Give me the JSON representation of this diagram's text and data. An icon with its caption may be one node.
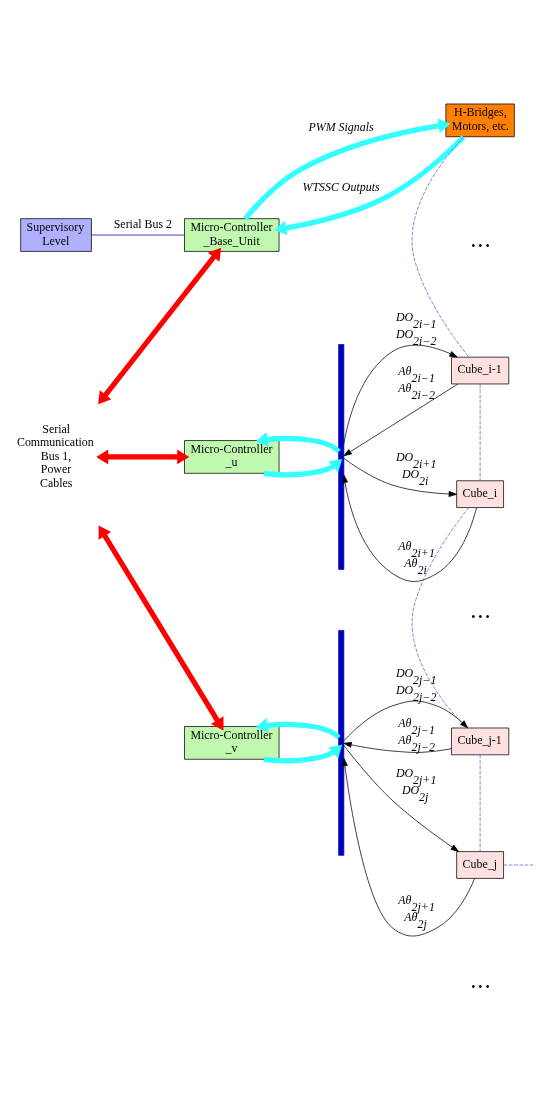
{
  "diagram": {
    "nodes": [
      {
        "text": [
          "Supervisory Level"
        ]
      },
      {
        "text": [
          "Serial Communication Bus 1, Power Cables"
        ]
      },
      {
        "text": [
          "Micro-Controller _Base_Unit"
        ]
      },
      {
        "text": [
          "H-Bridges, Motors, etc."
        ]
      },
      {
        "text": [
          "Micro-Controller _u"
        ]
      },
      {
        "text": [],
        "shape": "bar"
      },
      {
        "text": [
          "Cube_i-1"
        ]
      },
      {
        "text": [
          "Cube_i"
        ]
      },
      {
        "text": [
          "Micro-Controller _v"
        ]
      },
      {
        "text": [],
        "shape": "bar"
      },
      {
        "text": [
          "Cube_j-1"
        ]
      },
      {
        "text": [
          "Cube_j"
        ]
      }
    ],
    "edges": [
      {
        "from": 0,
        "to": 2,
        "arrow": "none",
        "label": "Serial Bus 2",
        "color": "#0000c0"
      },
      {
        "from": 1,
        "to": 2,
        "arrow": "both",
        "style": "thick",
        "color": "#ff0000"
      },
      {
        "from": 3,
        "to": 2,
        "arrow": "to",
        "label": "WTSSC Outputs",
        "style": "thick",
        "color": "#33ffff"
      },
      {
        "from": 2,
        "to": 3,
        "arrow": "to",
        "label": "PWM Signals",
        "style": "thick",
        "color": "#33ffff"
      },
      {
        "from": 1,
        "to": 4,
        "arrow": "both",
        "style": "thick",
        "color": "#ff0000"
      },
      {
        "from": 5,
        "to": 4,
        "arrow": "to",
        "style": "thick",
        "color": "#33ffff"
      },
      {
        "from": 4,
        "to": 5,
        "arrow": "to",
        "style": "thick",
        "color": "#33ffff"
      },
      {
        "from": 6,
        "to": 5,
        "arrow": "to",
        "label": "Aθ$_{2i−1}$ Aθ$_{2i−2}$"
      },
      {
        "from": 5,
        "to": 6,
        "arrow": "to",
        "label": "DO$_{2i−1}$ DO$_{2i−2}$"
      },
      {
        "from": 7,
        "to": 5,
        "arrow": "to",
        "label": "Aθ$_{2i+1}$ Aθ$_{2i}$"
      },
      {
        "from": 5,
        "to": 7,
        "arrow": "to",
        "label": "DO$_{2i+1}$ DO$_{2i}$"
      },
      {
        "from": 1,
        "to": 8,
        "arrow": "both",
        "style": "thick",
        "color": "#ff0000"
      },
      {
        "from": 9,
        "to": 8,
        "arrow": "to",
        "style": "thick",
        "color": "#33ffff"
      },
      {
        "from": 8,
        "to": 9,
        "arrow": "to",
        "style": "thick",
        "color": "#33ffff"
      },
      {
        "from": 10,
        "to": 9,
        "arrow": "to",
        "label": "Aθ$_{2j−1}$ Aθ$_{2j−2}$"
      },
      {
        "from": 9,
        "to": 10,
        "arrow": "to",
        "label": "DO$_{2j−1}$ DO$_{2j−2}$"
      },
      {
        "from": 11,
        "to": 9,
        "arrow": "to",
        "label": "Aθ$_{2j+1}$ Aθ$_{2j}$"
      },
      {
        "from": 9,
        "to": 11,
        "arrow": "to",
        "label": "DO$_{2j+1}$ DO$_{2j}$"
      },
      {
        "from": 3,
        "to": 6,
        "arrow": "none",
        "style": "dashed",
        "color": "#5a5ae0"
      },
      {
        "from": 6,
        "to": 7,
        "arrow": "none",
        "style": "dashed",
        "color": "#5a5ae0"
      },
      {
        "from": 7,
        "to": 10,
        "arrow": "none",
        "style": "dashed",
        "color": "#5a5ae0"
      },
      {
        "from": 10,
        "to": 11,
        "arrow": "none",
        "style": "dashed",
        "color": "#5a5ae0"
      },
      {
        "from": 11,
        "to": null,
        "arrow": "none",
        "style": "dashed",
        "color": "#5a5ae0"
      }
    ],
    "labels": [
      "• • •",
      "• • •",
      "• • •"
    ]
  }
}
